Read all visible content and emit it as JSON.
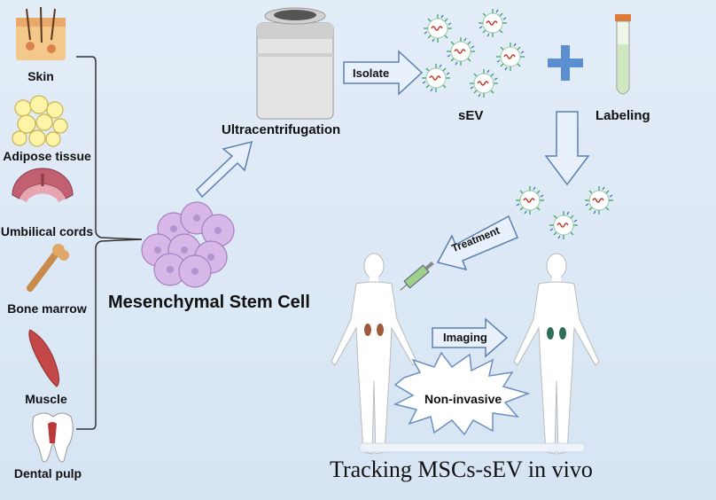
{
  "sources": [
    "Skin",
    "Adipose tissue",
    "Umbilical cords",
    "Bone marrow",
    "Muscle",
    "Dental pulp"
  ],
  "center_label": "Mesenchymal Stem Cell",
  "process": {
    "ultracentrifugation": "Ultracentrifugation",
    "isolate": "Isolate",
    "sev": "sEV",
    "labeling": "Labeling",
    "treatment": "Treatment",
    "imaging": "Imaging",
    "non_invasive": "Non-invasive"
  },
  "caption": "Tracking MSCs-sEV in vivo",
  "colors": {
    "background": "#dfe9f5",
    "arrow_fill": "#e8f1fb",
    "arrow_stroke": "#5a7fb0",
    "cell": "#d8b8e8",
    "ev_spike": "#3da86a",
    "body": "#ffffff",
    "organ": "#a05a3a"
  },
  "icons": [
    "skin-icon",
    "adipose-icon",
    "umbilical-cord-icon",
    "bone-icon",
    "muscle-icon",
    "tooth-icon",
    "centrifuge-icon",
    "tube-icon",
    "syringe-icon",
    "plus-icon"
  ]
}
